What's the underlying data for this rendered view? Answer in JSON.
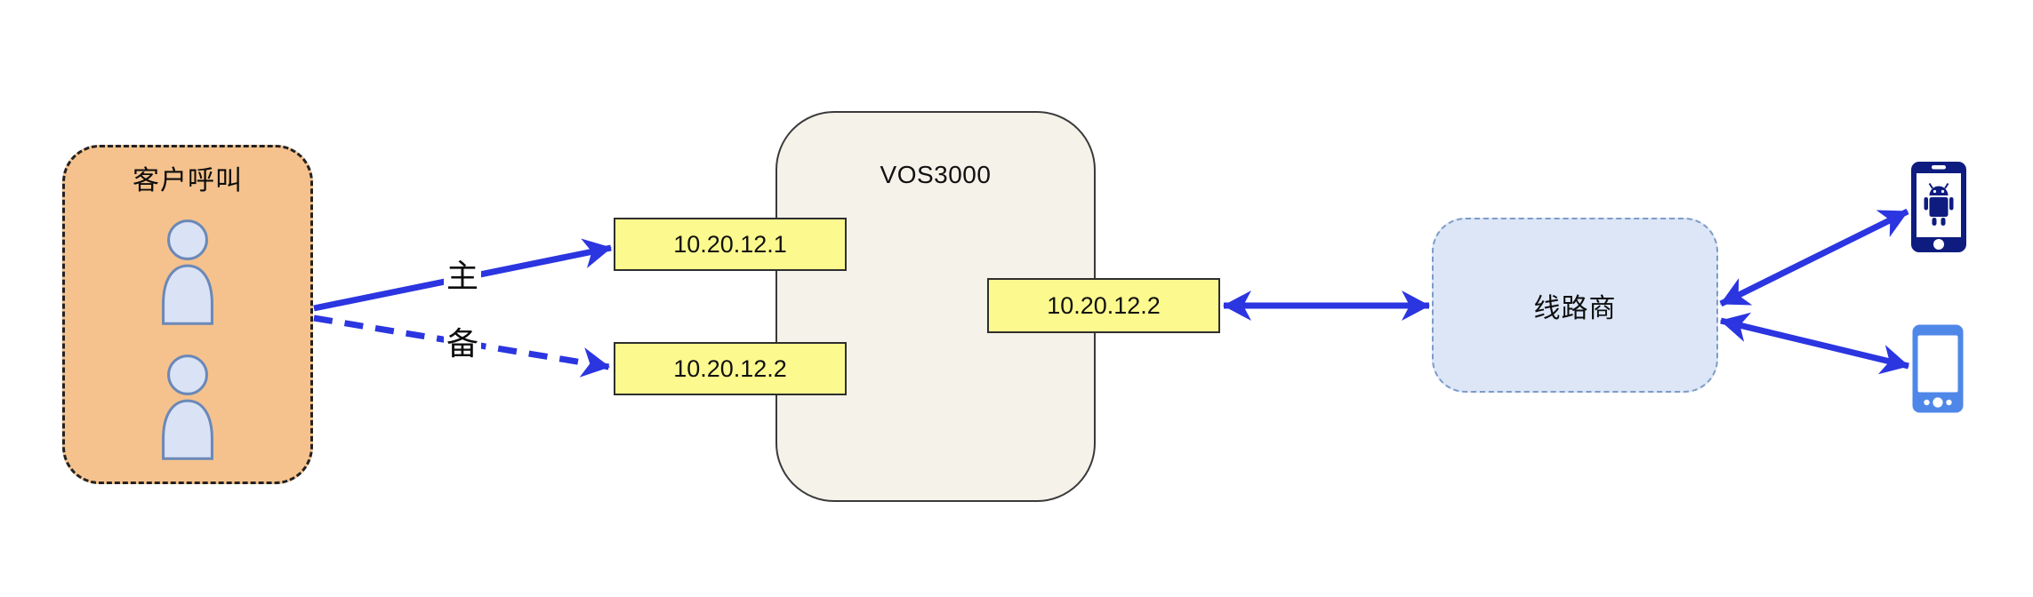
{
  "diagram": {
    "title_hint": "VOS3000 call routing diagram",
    "customer_box": {
      "label": "客户呼叫"
    },
    "vos_box": {
      "label": "VOS3000"
    },
    "ip_boxes": {
      "primary": "10.20.12.1",
      "backup": "10.20.12.2",
      "egress": "10.20.12.2"
    },
    "carrier_box": {
      "label": "线路商"
    },
    "links": {
      "primary_label": "主",
      "backup_label": "备"
    },
    "icons": {
      "person": "person-silhouette",
      "android_phone": "android-smartphone",
      "generic_phone": "smartphone"
    },
    "colors": {
      "arrow_blue": "#2b35e0",
      "customer_fill": "#f5c28d",
      "ip_fill": "#fcfa8e",
      "vos_fill": "#f5f2e9",
      "carrier_fill": "#dce6f7",
      "carrier_border": "#7d9bc8",
      "person_fill": "#d9e3f5",
      "person_stroke": "#6b88b8",
      "android_phone_color": "#0e1c80",
      "generic_phone_color": "#4e87e8"
    }
  }
}
